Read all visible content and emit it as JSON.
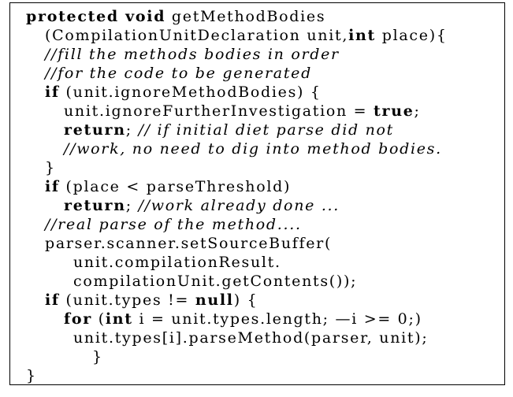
{
  "code_lines": [
    {
      "indent": 0,
      "segments": [
        {
          "t": "kw",
          "v": "protected void"
        },
        {
          "t": "tx",
          "v": " getMethodBodies"
        }
      ]
    },
    {
      "indent": 2,
      "segments": [
        {
          "t": "tx",
          "v": "(CompilationUnitDeclaration unit,"
        },
        {
          "t": "kw",
          "v": "int"
        },
        {
          "t": "tx",
          "v": " place){"
        }
      ]
    },
    {
      "indent": 2,
      "segments": [
        {
          "t": "cm",
          "v": "//fill the methods bodies in order"
        }
      ]
    },
    {
      "indent": 2,
      "segments": [
        {
          "t": "cm",
          "v": "//for the code to be generated"
        }
      ]
    },
    {
      "indent": 2,
      "segments": [
        {
          "t": "kw",
          "v": "if"
        },
        {
          "t": "tx",
          "v": " (unit.ignoreMethodBodies) {"
        }
      ]
    },
    {
      "indent": 4,
      "segments": [
        {
          "t": "tx",
          "v": "unit.ignoreFurtherInvestigation = "
        },
        {
          "t": "kw",
          "v": "true"
        },
        {
          "t": "tx",
          "v": ";"
        }
      ]
    },
    {
      "indent": 4,
      "segments": [
        {
          "t": "kw",
          "v": "return"
        },
        {
          "t": "tx",
          "v": "; "
        },
        {
          "t": "cm",
          "v": "// if initial diet parse did not"
        }
      ]
    },
    {
      "indent": 4,
      "segments": [
        {
          "t": "cm",
          "v": "//work, no need to dig into method bodies."
        }
      ]
    },
    {
      "indent": 2,
      "segments": [
        {
          "t": "tx",
          "v": "}"
        }
      ]
    },
    {
      "indent": 2,
      "segments": [
        {
          "t": "kw",
          "v": "if"
        },
        {
          "t": "tx",
          "v": " (place < parseThreshold)"
        }
      ]
    },
    {
      "indent": 4,
      "segments": [
        {
          "t": "kw",
          "v": "return"
        },
        {
          "t": "tx",
          "v": "; "
        },
        {
          "t": "cm",
          "v": "//work already done ..."
        }
      ]
    },
    {
      "indent": 2,
      "segments": [
        {
          "t": "cm",
          "v": "//real parse of the method...."
        }
      ]
    },
    {
      "indent": 2,
      "segments": [
        {
          "t": "tx",
          "v": "parser.scanner.setSourceBuffer("
        }
      ]
    },
    {
      "indent": 5,
      "segments": [
        {
          "t": "tx",
          "v": "unit.compilationResult."
        }
      ]
    },
    {
      "indent": 5,
      "segments": [
        {
          "t": "tx",
          "v": "compilationUnit.getContents());"
        }
      ]
    },
    {
      "indent": 2,
      "segments": [
        {
          "t": "kw",
          "v": "if"
        },
        {
          "t": "tx",
          "v": " (unit.types != "
        },
        {
          "t": "kw",
          "v": "null"
        },
        {
          "t": "tx",
          "v": ") {"
        }
      ]
    },
    {
      "indent": 4,
      "segments": [
        {
          "t": "kw",
          "v": "for"
        },
        {
          "t": "tx",
          "v": " ("
        },
        {
          "t": "kw",
          "v": "int"
        },
        {
          "t": "tx",
          "v": " i = unit.types.length; —i >= 0;)"
        }
      ]
    },
    {
      "indent": 5,
      "segments": [
        {
          "t": "tx",
          "v": "unit.types[i].parseMethod(parser, unit);"
        }
      ]
    },
    {
      "indent": 7,
      "segments": [
        {
          "t": "tx",
          "v": "}"
        }
      ]
    },
    {
      "indent": 0,
      "segments": [
        {
          "t": "tx",
          "v": "}"
        }
      ]
    }
  ]
}
